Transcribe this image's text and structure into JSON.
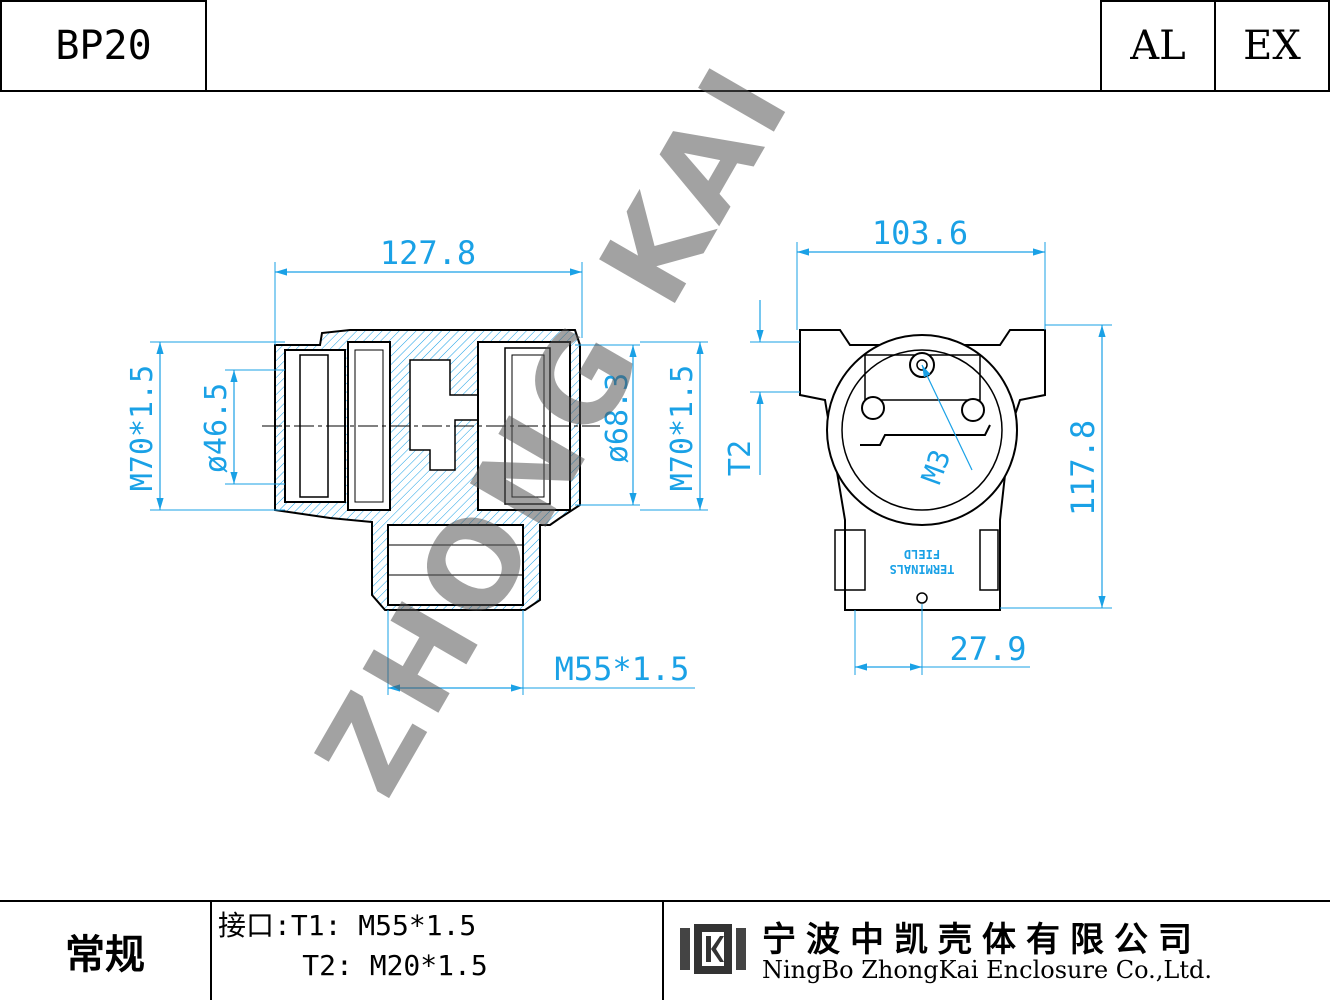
{
  "header": {
    "model": "BP20",
    "cell_al": "AL",
    "cell_ex": "EX"
  },
  "drawing": {
    "watermark": "ZHONG KAI",
    "side_view": {
      "width_dim": "127.8",
      "thread_left": "M70*1.5",
      "diameter_inner": "ø46.5",
      "diameter_right": "ø68.3",
      "thread_right": "M70*1.5",
      "thread_bottom": "M55*1.5"
    },
    "front_view": {
      "width_dim": "103.6",
      "port_label": "T2",
      "screw_label": "M3",
      "height_dim": "117.8",
      "offset_dim": "27.9",
      "plate_text_1": "TERMINALS",
      "plate_text_2": "FIELD"
    },
    "line_color": "#000000",
    "dim_color": "#1aa1e6"
  },
  "footer": {
    "category": "常规",
    "ports_line1": "接口:T1: M55*1.5",
    "ports_line2": "     T2: M20*1.5",
    "company_cn": "宁波中凯壳体有限公司",
    "company_en": "NingBo ZhongKai Enclosure Co.,Ltd."
  }
}
